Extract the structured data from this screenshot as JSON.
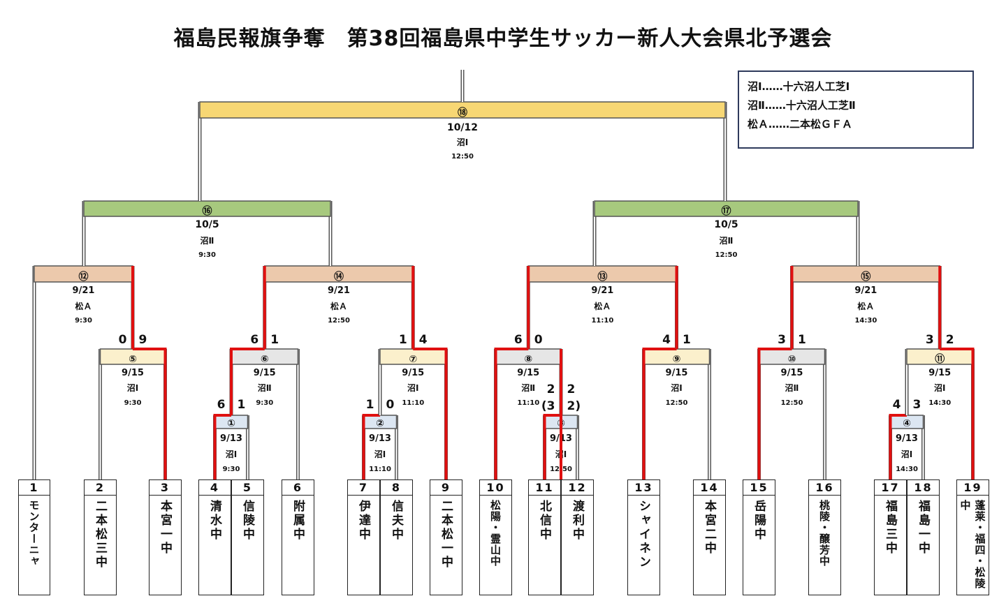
{
  "title": "福島民報旗争奪　第38回福島県中学生サッカー新人大会県北予選会",
  "legend": [
    "沼Ⅰ……十六沼人工芝Ⅰ",
    "沼Ⅱ……十六沼人工芝Ⅱ",
    "松Ａ……二本松ＧＦＡ"
  ],
  "colors": {
    "win_line": "#e01010",
    "final_bar": "#f7d774",
    "semi_bar": "#a7c97e",
    "qf_bar": "#ecc9ac",
    "r2_yellow": "#fbf0cc",
    "r2_grey": "#e6e6e6",
    "r1_blue": "#dce6f2",
    "line": "#444"
  },
  "teams": [
    {
      "num": "1",
      "name": "モンターニャ"
    },
    {
      "num": "2",
      "name": "二本松三中"
    },
    {
      "num": "3",
      "name": "本宮一中"
    },
    {
      "num": "4",
      "name": "清水中"
    },
    {
      "num": "5",
      "name": "信陵中"
    },
    {
      "num": "6",
      "name": "附属中"
    },
    {
      "num": "7",
      "name": "伊達中"
    },
    {
      "num": "8",
      "name": "信夫中"
    },
    {
      "num": "9",
      "name": "二本松一中"
    },
    {
      "num": "10",
      "name": "松陽・霊山中"
    },
    {
      "num": "11",
      "name": "北信中"
    },
    {
      "num": "12",
      "name": "渡利中"
    },
    {
      "num": "13",
      "name": "シャイネン"
    },
    {
      "num": "14",
      "name": "本宮二中"
    },
    {
      "num": "15",
      "name": "岳陽中"
    },
    {
      "num": "16",
      "name": "桃陵・醸芳中"
    },
    {
      "num": "17",
      "name": "福島三中"
    },
    {
      "num": "18",
      "name": "福島一中"
    },
    {
      "num": "19",
      "name": "蓬莱・福四・松陵中"
    }
  ],
  "matches": [
    {
      "id": "①",
      "date": "9/13",
      "venue": "沼Ⅰ",
      "time": "9:30",
      "score": "6　1"
    },
    {
      "id": "②",
      "date": "9/13",
      "venue": "沼Ⅰ",
      "time": "11:10",
      "score": "1　0"
    },
    {
      "id": "③",
      "date": "9/13",
      "venue": "沼Ⅰ",
      "time": "12:50",
      "score": "2　2",
      "pk": "(3　2)"
    },
    {
      "id": "④",
      "date": "9/13",
      "venue": "沼Ⅰ",
      "time": "14:30",
      "score": "4　3"
    },
    {
      "id": "⑤",
      "date": "9/15",
      "venue": "沼Ⅰ",
      "time": "9:30",
      "score": "0　9"
    },
    {
      "id": "⑥",
      "date": "9/15",
      "venue": "沼Ⅱ",
      "time": "9:30",
      "score": "6　1"
    },
    {
      "id": "⑦",
      "date": "9/15",
      "venue": "沼Ⅰ",
      "time": "11:10",
      "score": "1　4"
    },
    {
      "id": "⑧",
      "date": "9/15",
      "venue": "沼Ⅱ",
      "time": "11:10",
      "score": "6　0"
    },
    {
      "id": "⑨",
      "date": "9/15",
      "venue": "沼Ⅰ",
      "time": "12:50",
      "score": "4　1"
    },
    {
      "id": "⑩",
      "date": "9/15",
      "venue": "沼Ⅱ",
      "time": "12:50",
      "score": "3　1"
    },
    {
      "id": "⑪",
      "date": "9/15",
      "venue": "沼Ⅰ",
      "time": "14:30",
      "score": "3　2"
    },
    {
      "id": "⑫",
      "date": "9/21",
      "venue": "松Ａ",
      "time": "9:30",
      "score": ""
    },
    {
      "id": "⑬",
      "date": "9/21",
      "venue": "松Ａ",
      "time": "11:10",
      "score": ""
    },
    {
      "id": "⑭",
      "date": "9/21",
      "venue": "松Ａ",
      "time": "12:50",
      "score": ""
    },
    {
      "id": "⑮",
      "date": "9/21",
      "venue": "松Ａ",
      "time": "14:30",
      "score": ""
    },
    {
      "id": "⑯",
      "date": "10/5",
      "venue": "沼Ⅱ",
      "time": "9:30",
      "score": ""
    },
    {
      "id": "⑰",
      "date": "10/5",
      "venue": "沼Ⅱ",
      "time": "12:50",
      "score": ""
    },
    {
      "id": "⑱",
      "date": "10/12",
      "venue": "沼Ⅰ",
      "time": "12:50",
      "score": ""
    }
  ]
}
